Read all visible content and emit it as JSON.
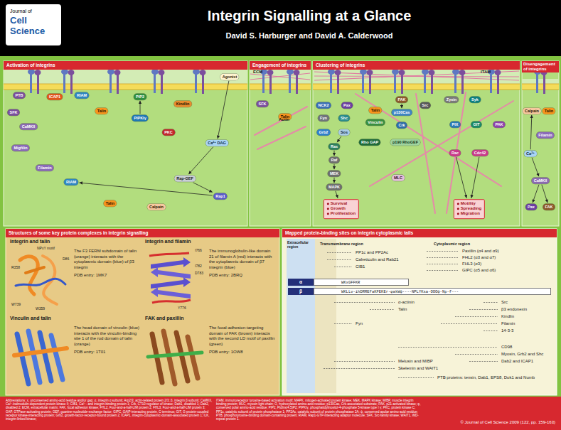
{
  "diagram": {
    "title": "Integrin Signalling at a Glance",
    "nodes": [
      {
        "text": [
          "Activation of integrins"
        ]
      },
      {
        "text": [
          "Engagement of integrins"
        ]
      },
      {
        "text": [
          "Clustering of integrins"
        ]
      },
      {
        "text": [
          "Disengagement of integrins"
        ]
      },
      {
        "text": [
          "PTB"
        ],
        "in": 0
      },
      {
        "text": [
          "SFK"
        ],
        "in": 0
      },
      {
        "text": [
          "ICAP1"
        ],
        "in": 0
      },
      {
        "text": [
          "CaMKII"
        ],
        "in": 0
      },
      {
        "text": [
          "Migfilin"
        ],
        "in": 0
      },
      {
        "text": [
          "Filamin"
        ],
        "in": 0
      },
      {
        "text": [
          "RIAM"
        ],
        "in": 0
      },
      {
        "text": [
          "Talin"
        ],
        "in": 0
      },
      {
        "text": [
          "PIP2"
        ],
        "in": 0
      },
      {
        "text": [
          "PIPKIγ"
        ],
        "in": 0
      },
      {
        "text": [
          "Kindlin"
        ],
        "in": 0
      },
      {
        "text": [
          "PKC"
        ],
        "in": 0
      },
      {
        "text": [
          "Agonist"
        ],
        "in": 0
      },
      {
        "text": [
          "Ca²⁺ DAG"
        ],
        "in": 0
      },
      {
        "text": [
          "Rap-GEF"
        ],
        "in": 0
      },
      {
        "text": [
          "Rap1"
        ],
        "in": 0
      },
      {
        "text": [
          "RIAM"
        ],
        "in": 0
      },
      {
        "text": [
          "Talin"
        ],
        "in": 0
      },
      {
        "text": [
          "Calpain"
        ],
        "in": 0
      },
      {
        "text": [
          "SFK"
        ],
        "in": 1
      },
      {
        "text": [
          "Talin"
        ],
        "in": 1
      },
      {
        "text": [
          "NCK2"
        ],
        "in": 2
      },
      {
        "text": [
          "Fyn"
        ],
        "in": 2
      },
      {
        "text": [
          "Pax"
        ],
        "in": 2
      },
      {
        "text": [
          "Shc"
        ],
        "in": 2
      },
      {
        "text": [
          "Grb2"
        ],
        "in": 2
      },
      {
        "text": [
          "Sos"
        ],
        "in": 2
      },
      {
        "text": [
          "Ras"
        ],
        "in": 2
      },
      {
        "text": [
          "Raf"
        ],
        "in": 2
      },
      {
        "text": [
          "MEK"
        ],
        "in": 2
      },
      {
        "text": [
          "MAPK"
        ],
        "in": 2
      },
      {
        "text": [
          "Survival",
          "Growth",
          "Proliferation"
        ],
        "in": 2
      },
      {
        "text": [
          "Vinculin"
        ],
        "in": 2
      },
      {
        "text": [
          "Talin"
        ],
        "in": 2
      },
      {
        "text": [
          "FAK"
        ],
        "in": 2
      },
      {
        "text": [
          "p130Cas"
        ],
        "in": 2
      },
      {
        "text": [
          "Crk"
        ],
        "in": 2
      },
      {
        "text": [
          "Src"
        ],
        "in": 2
      },
      {
        "text": [
          "Rho GAP"
        ],
        "in": 2
      },
      {
        "text": [
          "p190 RhoGEF"
        ],
        "in": 2
      },
      {
        "text": [
          "MLC"
        ],
        "in": 2
      },
      {
        "text": [
          "Zyxin"
        ],
        "in": 2
      },
      {
        "text": [
          "Syk"
        ],
        "in": 2
      },
      {
        "text": [
          "PIX"
        ],
        "in": 2
      },
      {
        "text": [
          "GIT"
        ],
        "in": 2
      },
      {
        "text": [
          "Rac"
        ],
        "in": 2
      },
      {
        "text": [
          "Cdc42"
        ],
        "in": 2
      },
      {
        "text": [
          "PAK"
        ],
        "in": 2
      },
      {
        "text": [
          "Motility",
          "Spreading",
          "Migration"
        ],
        "in": 2
      },
      {
        "text": [
          "Calpain"
        ],
        "in": 3
      },
      {
        "text": [
          "Talin"
        ],
        "in": 3
      },
      {
        "text": [
          "Ca²⁺"
        ],
        "in": 3
      },
      {
        "text": [
          "Filamin"
        ],
        "in": 3
      },
      {
        "text": [
          "CaMKII"
        ],
        "in": 3
      },
      {
        "text": [
          "Pax"
        ],
        "in": 3
      },
      {
        "text": [
          "FAK"
        ],
        "in": 3
      },
      {
        "text": [
          "Structures of some key protein complexes in integrin signalling"
        ]
      },
      {
        "text": [
          "Integrin and talin",
          "The F3 FERM subdomain of talin (orange) interacts with the cytoplasmic domain (blue) of β3 integrin",
          "PDB entry: 1MK7"
        ],
        "in": 60
      },
      {
        "text": [
          "Integrin and filamin",
          "The immunoglobulin-like domain 21 of filamin A (red) interacts with the cytoplasmic domain of β7 integrin (blue)",
          "PDB entry: 2BRQ"
        ],
        "in": 60
      },
      {
        "text": [
          "Vinculin and talin",
          "The head domain of vinculin (blue) interacts with the vinculin-binding site 1 of the rod domain of talin (orange)",
          "PDB entry: 1T01"
        ],
        "in": 60
      },
      {
        "text": [
          "FAK and paxillin",
          "The focal-adhesion-targeting domain of FAK (brown) interacts with the second LD motif of paxillin (green)",
          "PDB entry: 1OW8"
        ],
        "in": 60
      },
      {
        "text": [
          "Mapped protein-binding sites on integrin cytoplasmic tails"
        ]
      },
      {
        "text": [
          "α",
          "WKxGFFKR"
        ],
        "in": 65
      },
      {
        "text": [
          "β",
          "WKLLv-ihDRREfaKFEKEr-φakWψ----NPLYKsa-OOOψ-Np-f---"
        ],
        "in": 65
      }
    ],
    "edges": [
      {
        "from": 16,
        "to": 17,
        "arrow": "to"
      },
      {
        "from": 17,
        "to": 18,
        "arrow": "to"
      },
      {
        "from": 18,
        "to": 19,
        "arrow": "to"
      },
      {
        "from": 19,
        "to": 20,
        "arrow": "to"
      },
      {
        "from": 13,
        "to": 12,
        "arrow": "to"
      },
      {
        "from": 30,
        "to": 31,
        "arrow": "to"
      },
      {
        "from": 31,
        "to": 32,
        "arrow": "to"
      },
      {
        "from": 32,
        "to": 33,
        "arrow": "to"
      },
      {
        "from": 33,
        "to": 34,
        "arrow": "to"
      },
      {
        "from": 34,
        "to": 35,
        "arrow": "to"
      },
      {
        "from": 38,
        "to": 39,
        "arrow": "to"
      },
      {
        "from": 49,
        "to": 52,
        "arrow": "to"
      },
      {
        "from": 50,
        "to": 52,
        "arrow": "to"
      },
      {
        "from": 55,
        "to": 53,
        "arrow": "to"
      },
      {
        "from": 55,
        "to": 57,
        "arrow": "to"
      },
      {
        "from": 57,
        "to": 58,
        "arrow": "to"
      },
      {
        "from": 57,
        "to": 59,
        "arrow": "to"
      }
    ],
    "labels": [
      "Journal of",
      "Cell Science",
      "David S. Harburger and David A. Calderwood",
      "ECM",
      "Actin",
      "ITAM",
      "NPxY motif",
      "W739",
      "R358",
      "W359",
      "D86",
      "I766",
      "Y776",
      "I782",
      "D783",
      "Extracellular region",
      "Transmembrane region",
      "Cytoplasmic region",
      "PP1c and PP2Ac",
      "Calreticulin and Rab21",
      "CIB1",
      "Paxillin (α4 and α9)",
      "FHL2 (α3 and α7)",
      "FHL3 (α3)",
      "GIPC (α5 and α6)",
      "α-actinin",
      "Src",
      "Talin",
      "β3 endonexin",
      "Kindlin",
      "Filamin",
      "Fyn",
      "14-3-3",
      "CD98",
      "Myosin, Grb2 and Shc",
      "Melusin and MIBP",
      "Dab2 and ICAP1",
      "Skelemin and WAIT1",
      "PTB proteins: tensin, Dab1, EPS8, Dok1 and Numb",
      "Abbreviations: x, unconserved amino-acid residue and/or gap; α, integrin α subunit; Arp2/3, actin-related protein 2/3; β, integrin β subunit; CaMKII, Ca²⁺/calmodulin-dependent protein kinase II; CIB1, Ca²⁺- and integrin-binding protein 1; Crk, CT10 regulator of kinase; Dab1, disabled 1; Dab2, disabled 2; ECM, extracellular matrix; FAK, focal adhesion kinase; FHL2, Four-and-a-half-LIM protein 2; FHL3, Four-and-a-half-LIM protein 3; GAP, GTPase-activating protein; GEF, guanine-nucleotide-exchange factor; GIPC, GAIP-interacting protein, C-terminus; GIT, G-protein-coupled receptor kinase-interacting protein; Grb2, growth-factor-receptor-bound protein 2; ICAP1, integrin-cytoplasmic-domain-associated protein 1; ILK, integrin-linked kinase;",
      "ITAM, immunoreceptor tyrosine-based activation motif; MAPK, mitogen-activated protein kinase; MEK, MAPK kinase; MIBP, muscle integrin binding protein; MLC, myosin light chain; O, hydroxylated amino-acid residue; p130Cas, Crk-associated substrate; PAK, p21-activated kinase; φ, conserved polar amino-acid residue; PIP2, PtdIns(4,5)P2; PIPKIγ, phosphatidylinositol-4-phosphate 5-kinase type I γ; PKC, protein kinase C; PP1c, catalytic subunit of protein phosphatase 1; PP2Ac, catalytic subunit of protein phosphatase 2A; ψ, conserved apolar amino-acid residue; PTB, phosphotyrosine-binding domain-containing protein; RIAM, Rap1-GTP-interacting adaptor molecule; SFK, Src-family kinase; WAIT1, WD-repeat protein 1.",
      "© Journal of Cell Science 2009 (122, pp. 159-163)"
    ]
  }
}
